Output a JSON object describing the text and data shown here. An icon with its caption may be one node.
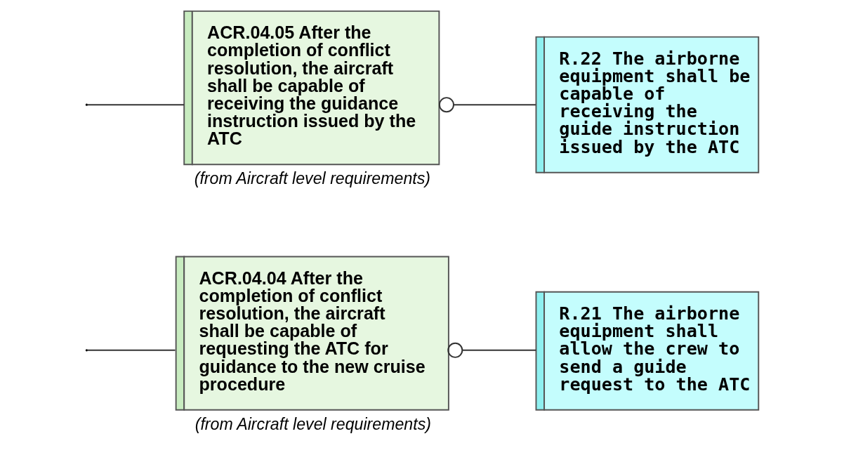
{
  "diagram": {
    "nodes": [
      {
        "text": [
          "ACR.04.04 After the completion of conflict resolution, the aircraft shall be capable of requesting the ATC for guidance to the new cruise procedure"
        ],
        "beside": [
          "(from Aircraft level requirements)"
        ]
      },
      {
        "text": [
          "R.21 The airborne equipment shall allow the crew to send a guide request to the ATC"
        ]
      },
      {
        "text": [
          "ACR.04.05 After the completion of conflict resolution, the aircraft shall be capable of receiving the guidance instruction issued by the ATC"
        ],
        "beside": [
          "(from Aircraft level requirements)"
        ]
      },
      {
        "text": [
          "R.22 The airborne equipment shall be capable of receiving the guide instruction issued by the ATC"
        ]
      }
    ],
    "edges": [
      {
        "from": null,
        "to": 0,
        "arrow": "none"
      },
      {
        "from": 0,
        "to": 1,
        "arrow": "other"
      },
      {
        "from": null,
        "to": 2,
        "arrow": "none"
      },
      {
        "from": 2,
        "to": 3,
        "arrow": "other"
      }
    ]
  }
}
